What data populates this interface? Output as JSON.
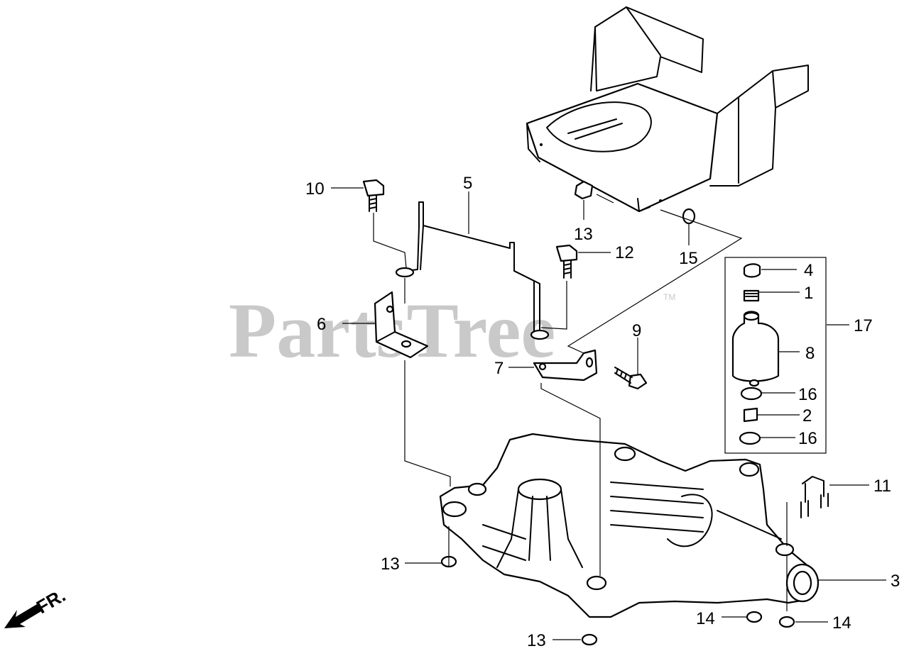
{
  "watermark": {
    "text": "PartsTree",
    "mark": "TM"
  },
  "orientation": {
    "label": "FR."
  },
  "callouts": {
    "c1": "1",
    "c2": "2",
    "c3": "3",
    "c4": "4",
    "c5": "5",
    "c6": "6",
    "c7": "7",
    "c8": "8",
    "c9": "9",
    "c10": "10",
    "c11": "11",
    "c12": "12",
    "c13a": "13",
    "c13b": "13",
    "c13c": "13",
    "c14a": "14",
    "c14b": "14",
    "c15": "15",
    "c16a": "16",
    "c16b": "16",
    "c17": "17"
  }
}
